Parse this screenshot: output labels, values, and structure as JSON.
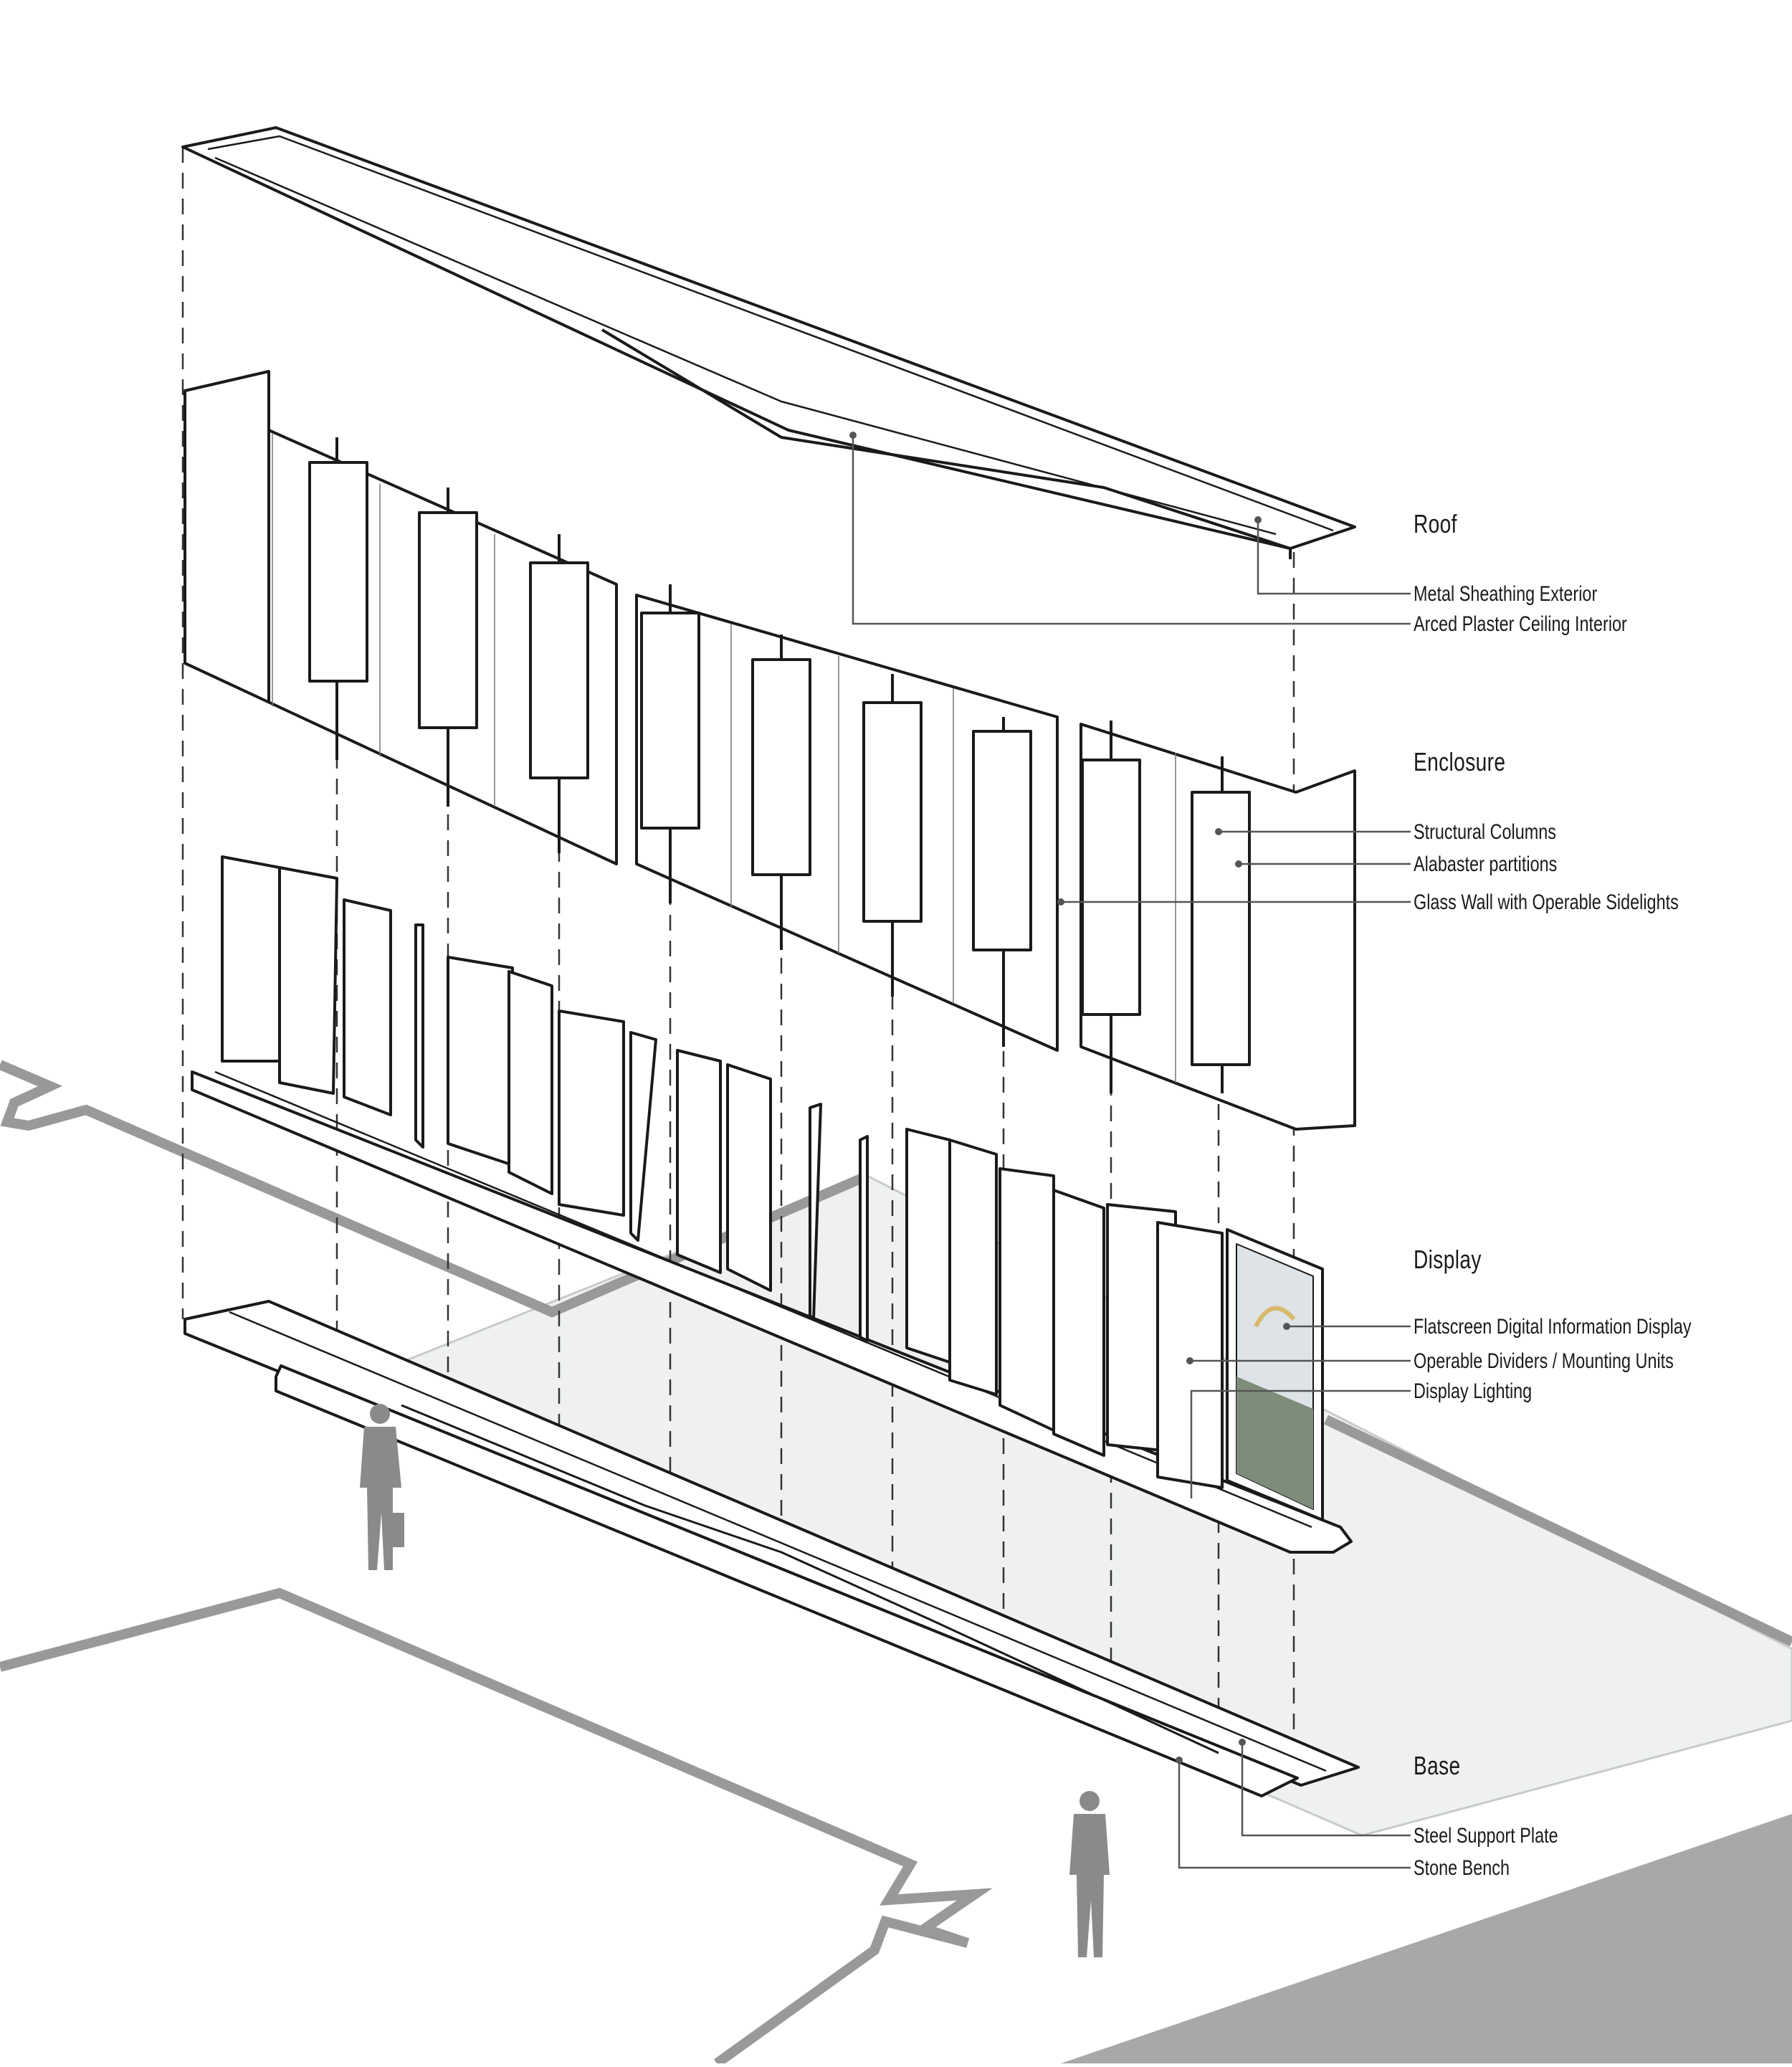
{
  "sections": {
    "roof": {
      "title": "Roof",
      "labels": [
        "Metal Sheathing Exterior",
        "Arced Plaster Ceiling Interior"
      ]
    },
    "enclosure": {
      "title": "Enclosure",
      "labels": [
        "Structural Columns",
        "Alabaster partitions",
        "Glass Wall with Operable Sidelights"
      ]
    },
    "display": {
      "title": "Display",
      "labels": [
        "Flatscreen Digital Information Display",
        "Operable Dividers / Mounting Units",
        "Display Lighting"
      ]
    },
    "base": {
      "title": "Base",
      "labels": [
        "Steel Support Plate",
        "Stone Bench"
      ]
    }
  },
  "colors": {
    "line": "#1a1a1a",
    "ground_line": "#999999",
    "plaza": "#eef1ee",
    "pavement": "#a8a8a8",
    "figure": "#8a8a8a",
    "leader": "#555555"
  }
}
